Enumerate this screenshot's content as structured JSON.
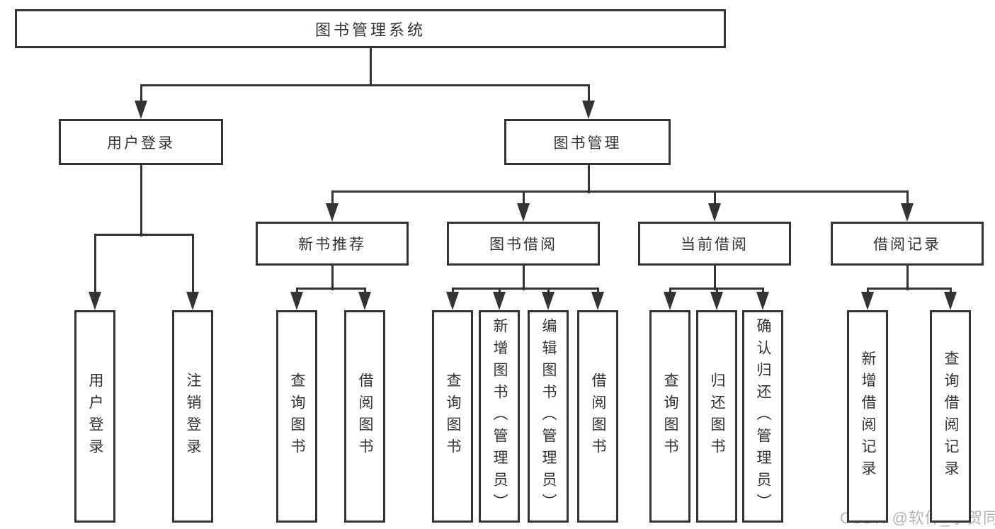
{
  "diagram": {
    "colors": {
      "background": "#ffffff",
      "line": "#333333",
      "box_fill": "#ffffff",
      "text": "#333333",
      "watermark": "#b3b3b3"
    },
    "watermark": {
      "text": "CSDN @软件_小贺同学"
    },
    "tree": {
      "label": "图书管理系统",
      "children": [
        {
          "label": "用户登录",
          "children": [
            {
              "label": "用户登录"
            },
            {
              "label": "注销登录"
            }
          ]
        },
        {
          "label": "图书管理",
          "children": [
            {
              "label": "新书推荐",
              "children": [
                {
                  "label": "查询图书"
                },
                {
                  "label": "借阅图书"
                }
              ]
            },
            {
              "label": "图书借阅",
              "children": [
                {
                  "label": "查询图书"
                },
                {
                  "label": "新增图书（管理员）"
                },
                {
                  "label": "编辑图书（管理员）"
                },
                {
                  "label": "借阅图书"
                }
              ]
            },
            {
              "label": "当前借阅",
              "children": [
                {
                  "label": "查询图书"
                },
                {
                  "label": "归还图书"
                },
                {
                  "label": "确认归还（管理员）"
                }
              ]
            },
            {
              "label": "借阅记录",
              "children": [
                {
                  "label": "新增借阅记录"
                },
                {
                  "label": "查询借阅记录"
                }
              ]
            }
          ]
        }
      ]
    }
  }
}
